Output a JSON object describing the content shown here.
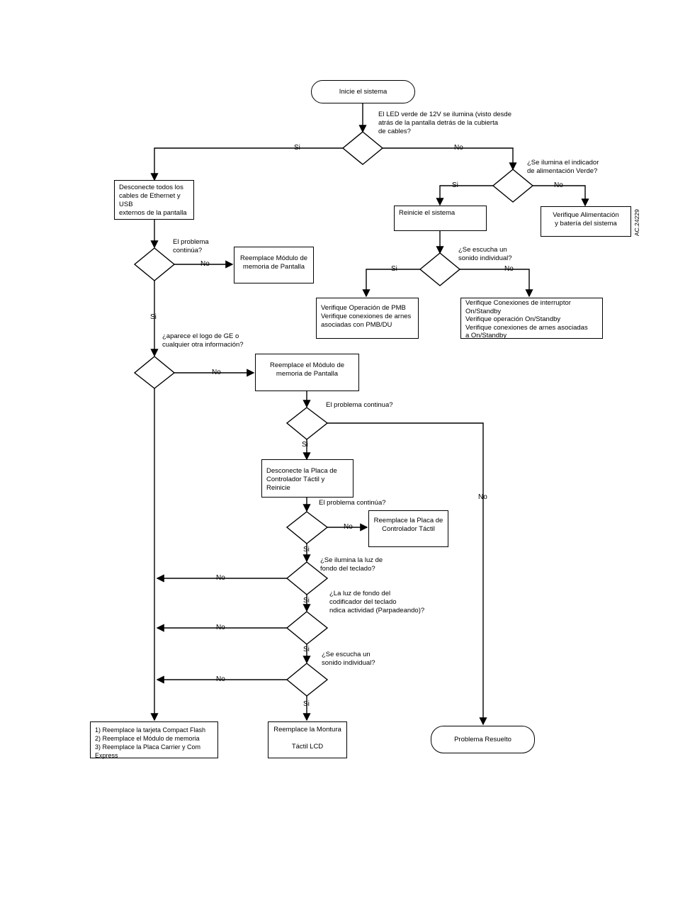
{
  "start": "Inicie el sistema",
  "end": "Problema Resuelto",
  "side_code": "AC.24229",
  "labels": {
    "yes": "Si",
    "no": "No"
  },
  "questions": {
    "q1": "El LED verde de 12V se ilumina (visto desde\natrás de la pantalla detrás de la cubierta\nde cables?",
    "q2": "¿Se ilumina el indicador\nde alimentación Verde?",
    "q3": "¿Se escucha un\nsonido individual?",
    "q4": "El problema\ncontinúa?",
    "q5": "¿aparece el logo de GE o\ncualquier otra información?",
    "q6": "El problema continua?",
    "q7": "El problema continúa?",
    "q8": "¿Se ilumina la luz de\nfondo del teclado?",
    "q9": "¿La luz de fondo del\ncodificador del teclado\nndica actividad (Parpadeando)?",
    "q10": "¿Se escucha un\nsonido individual?"
  },
  "boxes": {
    "disconnect_cables": "Desconecte todos los\ncables de Ethernet y USB\nexternos de la pantalla",
    "restart": "Reinicie el sistema",
    "check_power": "Verifique Alimentación\ny batería del sistema",
    "replace_mem1": "Reemplace Módulo de\nmemoria de Pantalla",
    "check_pmb": "Verifique Operación de PMB\nVerifique conexiones de arnes\nasociadas con PMB/DU",
    "check_switch": "Verifique Conexiones de interruptor\nOn/Standby\nVerifique operación On/Standby\nVerifique conexiones de arnes asociadas\na On/Standby",
    "replace_mem2": "Reemplace el Módulo de\nmemoria de Pantalla",
    "disconnect_touch": "Desconecte la Placa de\nControlador Táctil y Reinicie",
    "replace_touch": "Reemplace la Placa de\nControlador Táctil",
    "replace_list": "1) Reemplace la tarjeta Compact Flash\n2) Reemplace el Módulo de memoria\n3) Reemplace la Placa Carrier y Com Express",
    "replace_lcd": "Reemplace la Montura\n\nTáctil LCD"
  }
}
